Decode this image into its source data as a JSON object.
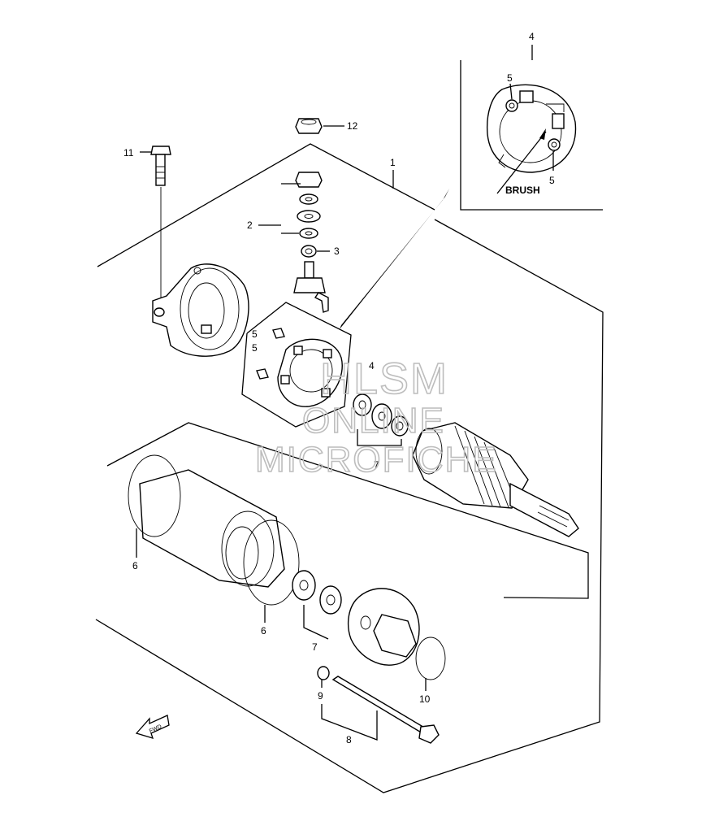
{
  "diagram": {
    "callouts": {
      "c1": "1",
      "c2": "2",
      "c3": "3",
      "c4_inset": "4",
      "c4_body": "4",
      "c5_inset_top": "5",
      "c5_inset_bottom": "5",
      "c5_body_a": "5",
      "c5_body_b": "5",
      "c6_left": "6",
      "c6_right": "6",
      "c7_upper": "7",
      "c7_lower": "7",
      "c8": "8",
      "c9": "9",
      "c10": "10",
      "c11": "11",
      "c12": "12"
    },
    "brush_label": "BRUSH",
    "fwd_label": "FWD",
    "watermark": {
      "line1": "HLSM",
      "line2": "ONLINE",
      "line3": "MICROFICHE"
    }
  }
}
